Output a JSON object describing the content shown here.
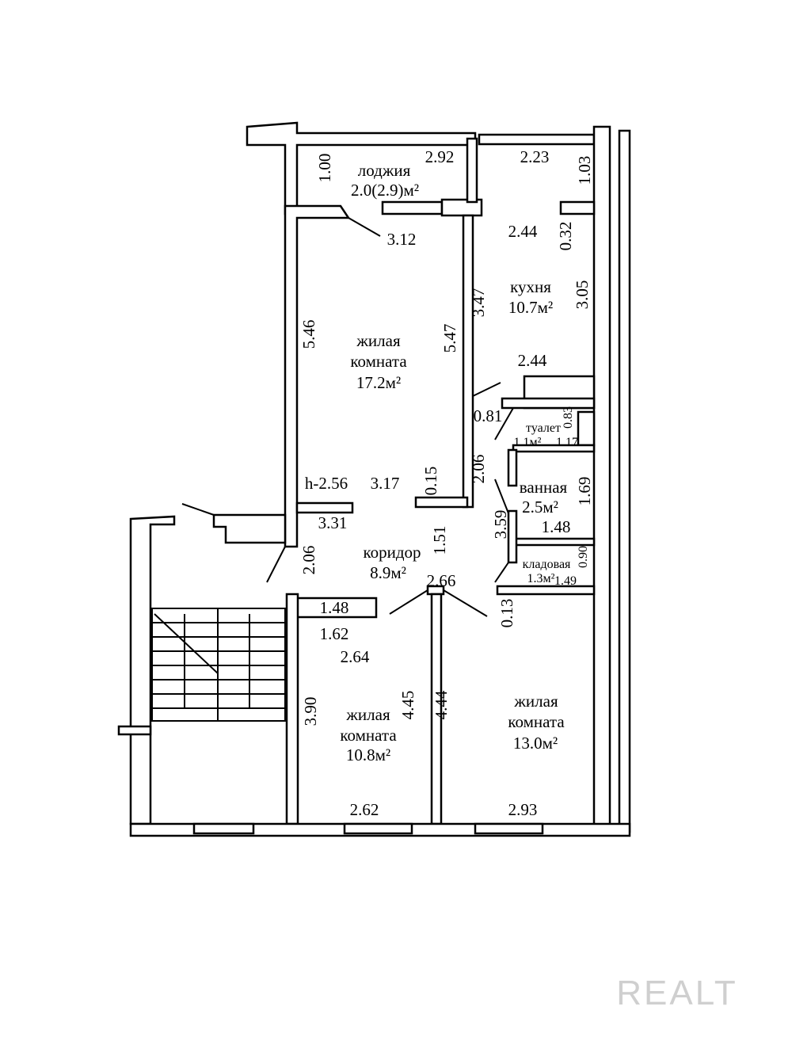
{
  "rooms": {
    "loggia": {
      "name": "лоджия",
      "area": "2.0(2.9)м²"
    },
    "kitchen": {
      "name": "кухня",
      "area": "10.7м²"
    },
    "living1": {
      "name1": "жилая",
      "name2": "комната",
      "area": "17.2м²"
    },
    "toilet": {
      "name": "туалет",
      "area": "1.1м²"
    },
    "bathroom": {
      "name": "ванная",
      "area": "2.5м²"
    },
    "corridor": {
      "name": "коридор",
      "area": "8.9м²"
    },
    "storage": {
      "name": "кладовая",
      "area": "1.3м²"
    },
    "living2": {
      "name1": "жилая",
      "name2": "комната",
      "area": "10.8м²"
    },
    "living3": {
      "name1": "жилая",
      "name2": "комната",
      "area": "13.0м²"
    }
  },
  "ceiling_height": "h-2.56",
  "dimensions": [
    "2.92",
    "2.23",
    "1.00",
    "1.03",
    "3.12",
    "2.44",
    "0.32",
    "3.47",
    "3.05",
    "5.46",
    "5.47",
    "2.44",
    "0.81",
    "1.17",
    "0.83",
    "2.06",
    "0.15",
    "3.17",
    "1.69",
    "3.59",
    "1.48",
    "3.31",
    "1.51",
    "1.49",
    "0.90",
    "2.06",
    "2.66",
    "1.48",
    "0.13",
    "1.62",
    "2.64",
    "3.90",
    "4.45",
    "4.44",
    "2.62",
    "2.93"
  ],
  "watermark": "REALT"
}
